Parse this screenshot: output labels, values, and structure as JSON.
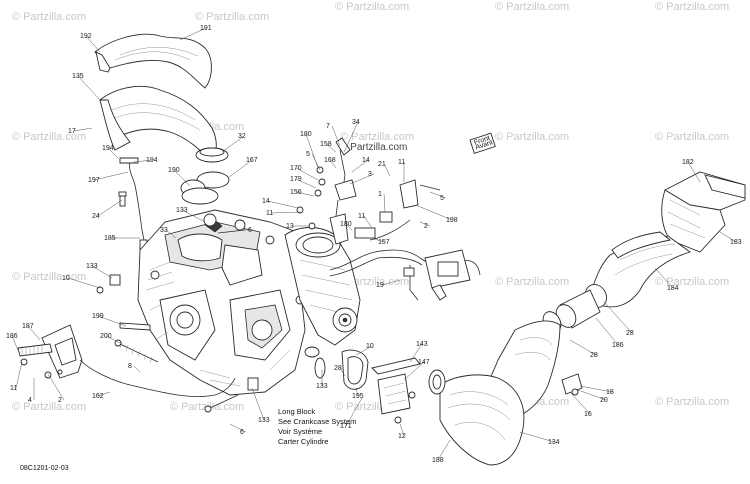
{
  "watermark": "© Partzilla.com",
  "drawing_code": "08C1201-02-03",
  "note_lines": [
    "Long Block",
    "See Crankcase System",
    "Voir Système",
    "Carter Cylindre"
  ],
  "arrow_tag_lines": [
    "Front",
    "Avant"
  ],
  "labels": [
    "192",
    "191",
    "135",
    "17",
    "32",
    "194",
    "194",
    "190",
    "167",
    "197",
    "24",
    "185",
    "133",
    "6",
    "33",
    "133",
    "10",
    "180",
    "7",
    "34",
    "158",
    "5",
    "168",
    "14",
    "170",
    "179",
    "3",
    "156",
    "14",
    "11",
    "13",
    "180",
    "11",
    "1",
    "21",
    "11",
    "5",
    "198",
    "157",
    "2",
    "19",
    "182",
    "183",
    "184",
    "28",
    "186",
    "28",
    "187",
    "186",
    "199",
    "200",
    "11",
    "4",
    "2",
    "8",
    "162",
    "143",
    "147",
    "10",
    "133",
    "28",
    "195",
    "171",
    "12",
    "6",
    "133",
    "188",
    "134",
    "16",
    "20",
    "18"
  ]
}
